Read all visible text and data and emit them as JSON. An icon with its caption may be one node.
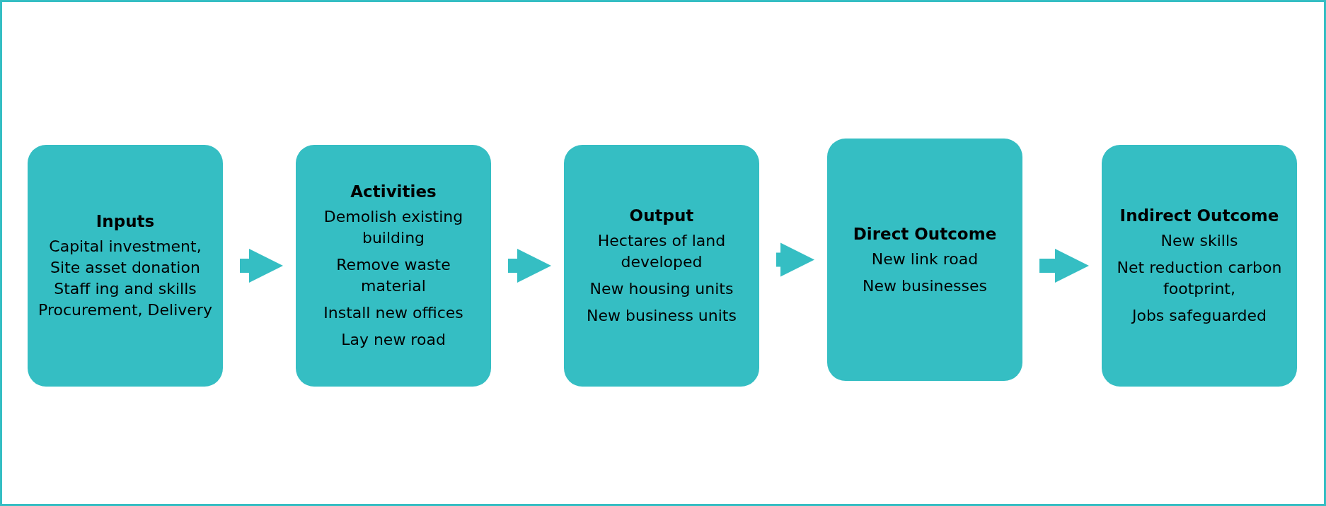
{
  "diagram": {
    "nodes": [
      {
        "text": [
          "Inputs",
          "Capital investment,",
          "Site asset donation",
          "Staff ing and skills",
          "Procurement, Delivery"
        ]
      },
      {
        "text": [
          "Activities",
          "Demolish existing building",
          "Remove waste material",
          "Install new offices",
          "Lay new road"
        ]
      },
      {
        "text": [
          "Output",
          "Hectares of land developed",
          "New housing units",
          "New business units"
        ]
      },
      {
        "text": [
          "Direct Outcome",
          "New link road",
          "New businesses"
        ]
      },
      {
        "text": [
          "Indirect Outcome",
          "New skills",
          "Net reduction carbon footprint,",
          "Jobs safeguarded"
        ]
      }
    ],
    "edges": [
      {
        "from": 0,
        "to": 1,
        "arrow": "to"
      },
      {
        "from": 1,
        "to": 2,
        "arrow": "to"
      },
      {
        "from": 2,
        "to": 3,
        "arrow": "to"
      },
      {
        "from": 3,
        "to": 4,
        "arrow": "to"
      }
    ]
  }
}
